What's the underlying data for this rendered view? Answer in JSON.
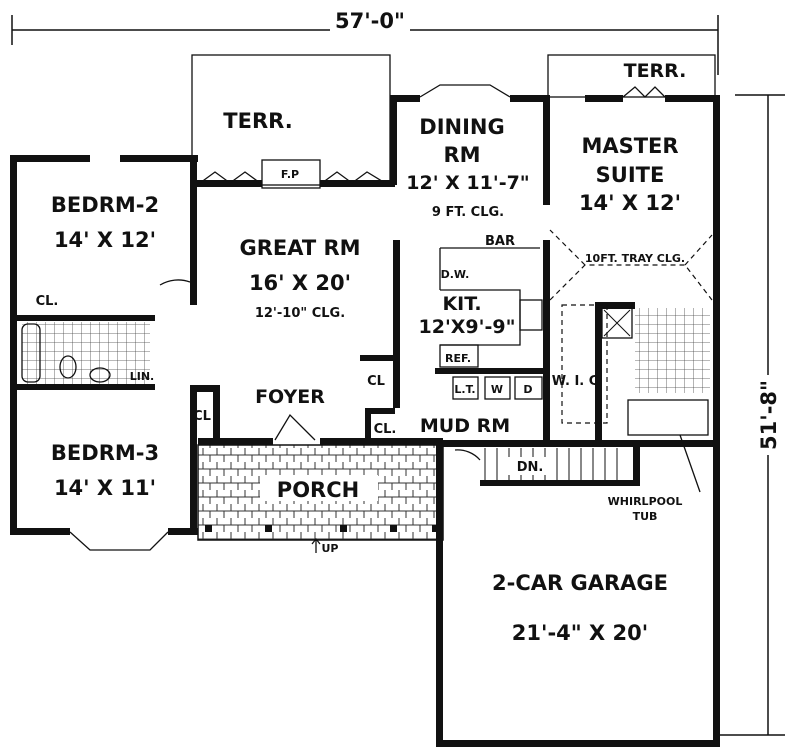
{
  "dimensions": {
    "width": "57'-0\"",
    "depth": "51'-8\""
  },
  "rooms": {
    "terrace_left": "TERR.",
    "terrace_right": "TERR.",
    "bedroom2": {
      "name": "BEDRM-2",
      "size": "14' X 12'"
    },
    "bedroom3": {
      "name": "BEDRM-3",
      "size": "14' X 11'"
    },
    "great_room": {
      "name": "GREAT RM",
      "size": "16' X 20'",
      "ceiling": "12'-10\" CLG."
    },
    "dining": {
      "name_line1": "DINING",
      "name_line2": "RM",
      "size": "12' X 11'-7\"",
      "ceiling": "9 FT. CLG."
    },
    "master": {
      "name_line1": "MASTER",
      "name_line2": "SUITE",
      "size": "14' X 12'",
      "ceiling": "10FT. TRAY CLG."
    },
    "kitchen": {
      "name": "KIT.",
      "size": "12'X9'-9\""
    },
    "foyer": "FOYER",
    "porch": "PORCH",
    "mud_room": "MUD RM",
    "wic": "W. I. C",
    "garage": {
      "name": "2-CAR GARAGE",
      "size": "21'-4\" X 20'"
    }
  },
  "fixtures": {
    "fireplace": "F.P",
    "bar": "BAR",
    "dishwasher": "D.W.",
    "refrigerator": "REF.",
    "laundry_tub": "L.T.",
    "washer": "W",
    "dryer": "D",
    "closet_bed2": "CL.",
    "linen": "LIN.",
    "closet_bed3": "CL",
    "closet_foyer": "CL",
    "closet_mud": "CL.",
    "whirlpool_line1": "WHIRLPOOL",
    "whirlpool_line2": "TUB",
    "stairs_down": "DN.",
    "steps_up": "UP"
  },
  "colors": {
    "ink": "#111111",
    "paper": "#ffffff"
  }
}
